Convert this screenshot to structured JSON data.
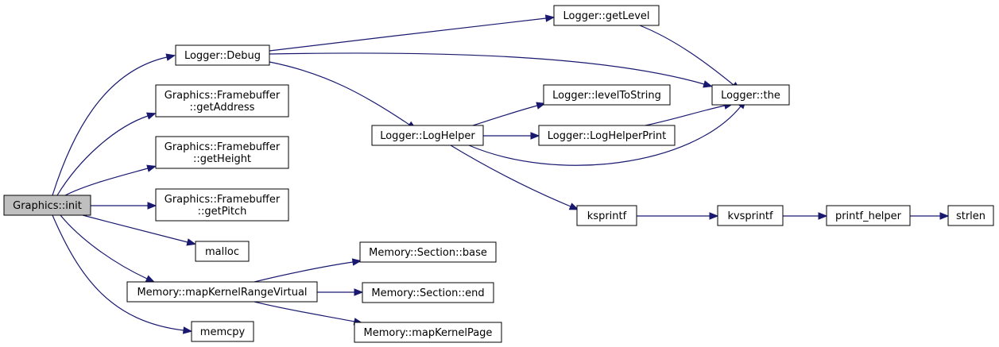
{
  "nodes": {
    "graphics_init": {
      "lines": [
        "Graphics::init"
      ],
      "root": true
    },
    "logger_debug": {
      "lines": [
        "Logger::Debug"
      ]
    },
    "fb_getaddress": {
      "lines": [
        "Graphics::Framebuffer",
        "::getAddress"
      ]
    },
    "fb_getheight": {
      "lines": [
        "Graphics::Framebuffer",
        "::getHeight"
      ]
    },
    "fb_getpitch": {
      "lines": [
        "Graphics::Framebuffer",
        "::getPitch"
      ]
    },
    "malloc": {
      "lines": [
        "malloc"
      ]
    },
    "mapkernelrangevirtual": {
      "lines": [
        "Memory::mapKernelRangeVirtual"
      ]
    },
    "memcpy": {
      "lines": [
        "memcpy"
      ]
    },
    "logger_getlevel": {
      "lines": [
        "Logger::getLevel"
      ]
    },
    "logger_the": {
      "lines": [
        "Logger::the"
      ]
    },
    "logger_leveltostring": {
      "lines": [
        "Logger::levelToString"
      ]
    },
    "logger_loghelper": {
      "lines": [
        "Logger::LogHelper"
      ]
    },
    "logger_loghelperprint": {
      "lines": [
        "Logger::LogHelperPrint"
      ]
    },
    "ksprintf": {
      "lines": [
        "ksprintf"
      ]
    },
    "kvsprintf": {
      "lines": [
        "kvsprintf"
      ]
    },
    "printf_helper": {
      "lines": [
        "printf_helper"
      ]
    },
    "strlen": {
      "lines": [
        "strlen"
      ]
    },
    "section_base": {
      "lines": [
        "Memory::Section::base"
      ]
    },
    "section_end": {
      "lines": [
        "Memory::Section::end"
      ]
    },
    "mapkernelpage": {
      "lines": [
        "Memory::mapKernelPage"
      ]
    }
  },
  "edges": [
    [
      "graphics_init",
      "logger_debug"
    ],
    [
      "graphics_init",
      "fb_getaddress"
    ],
    [
      "graphics_init",
      "fb_getheight"
    ],
    [
      "graphics_init",
      "fb_getpitch"
    ],
    [
      "graphics_init",
      "malloc"
    ],
    [
      "graphics_init",
      "mapkernelrangevirtual"
    ],
    [
      "graphics_init",
      "memcpy"
    ],
    [
      "logger_debug",
      "logger_getlevel"
    ],
    [
      "logger_debug",
      "logger_the"
    ],
    [
      "logger_debug",
      "logger_loghelper"
    ],
    [
      "logger_getlevel",
      "logger_the"
    ],
    [
      "logger_loghelper",
      "logger_leveltostring"
    ],
    [
      "logger_loghelper",
      "logger_loghelperprint"
    ],
    [
      "logger_loghelper",
      "logger_the"
    ],
    [
      "logger_loghelper",
      "ksprintf"
    ],
    [
      "logger_loghelperprint",
      "logger_the"
    ],
    [
      "ksprintf",
      "kvsprintf"
    ],
    [
      "kvsprintf",
      "printf_helper"
    ],
    [
      "printf_helper",
      "strlen"
    ],
    [
      "mapkernelrangevirtual",
      "section_base"
    ],
    [
      "mapkernelrangevirtual",
      "section_end"
    ],
    [
      "mapkernelrangevirtual",
      "mapkernelpage"
    ]
  ],
  "colors": {
    "edge": "#191970",
    "root_fill": "#bfbfbf",
    "node_fill": "#ffffff",
    "node_stroke": "#000000"
  }
}
